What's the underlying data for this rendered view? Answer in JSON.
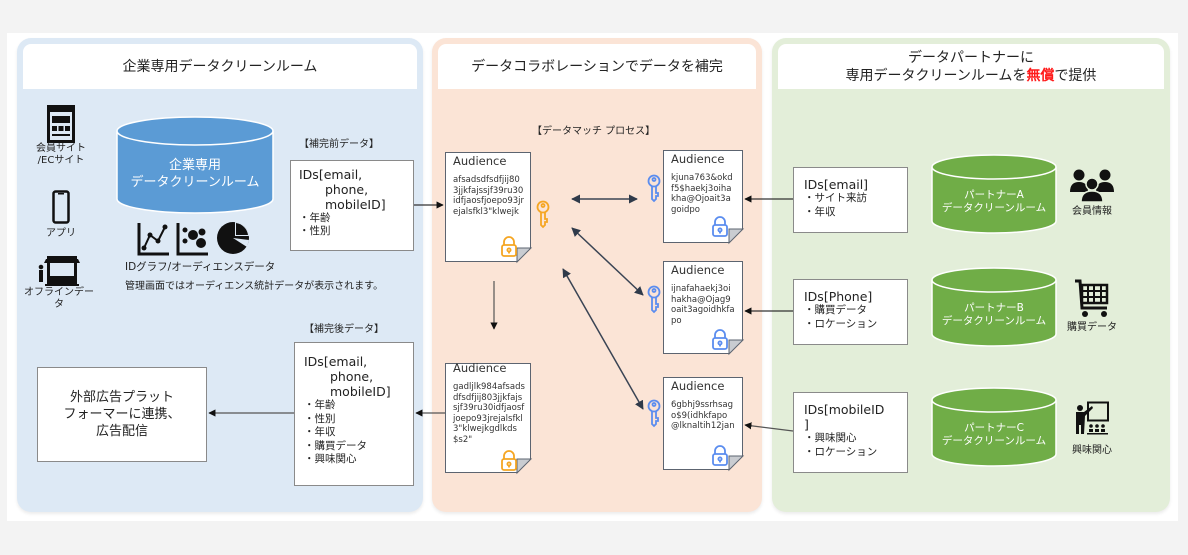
{
  "panels": {
    "left": {
      "title": "企業専用データクリーンルーム",
      "sources": [
        {
          "icon": "website-icon",
          "label": "会員サイト\n/ECサイト"
        },
        {
          "icon": "smartphone-icon",
          "label": "アプリ"
        },
        {
          "icon": "store-icon",
          "label": "オフラインデー\nタ"
        }
      ],
      "cylinder_label_line1": "企業専用",
      "cylinder_label_line2": "データクリーンルーム",
      "chart_icons": [
        "line-chart-icon",
        "scatter-chart-icon",
        "pie-chart-icon"
      ],
      "chart_caption": "IDグラフ/オーディエンスデータ",
      "note": "管理画面ではオーディエンス統計データが表示されます。",
      "before": {
        "heading": "【補完前データ】",
        "ids_line1": "IDs[email,",
        "ids_line2": "phone,",
        "ids_line3": "mobileID]",
        "attrs": [
          {
            "text": "・年齢",
            "color": "#4a74c4"
          },
          {
            "text": "・性別",
            "color": "#4a74c4"
          }
        ]
      },
      "after": {
        "heading": "【補完後データ】",
        "ids_line1": "IDs[email,",
        "ids_line2": "phone,",
        "ids_line3": "mobileID]",
        "attrs": [
          {
            "text": "・年齢",
            "color": "#4a74c4"
          },
          {
            "text": "・性別",
            "color": "#4a74c4"
          },
          {
            "text": "・年収",
            "color": "#ff1a1a"
          },
          {
            "text": "・購買データ",
            "color": "#ff1a1a"
          },
          {
            "text": "・興味関心",
            "color": "#ff1a1a"
          }
        ]
      },
      "external": {
        "line1": "外部広告プラット",
        "line2": "フォーマーに連携、",
        "line3": "広告配信"
      }
    },
    "center": {
      "title": "データコラボレーションでデータを補完",
      "process_label": "【データマッチ プロセス】",
      "docs": [
        {
          "title": "Audience",
          "body": "afsadsdfsdfjij803jjkfajssjf39ru30idfjaosfjoepo93jrejalsfkl3\"klwejk",
          "lock_color": "#f5a623"
        },
        {
          "title": "Audience",
          "body": "gadljlk984afsadsdfsdfjij803jjkfajssjf39ru30idfjaosfjoepo93jrejalsfkl3\"klwejkgdlkds$s2\"",
          "lock_color": "#f5a623"
        },
        {
          "title": "Audience",
          "body": "kjuna763&okdf5$haekj3oihakha@Ojoait3agoidpo",
          "lock_color": "#5b8def"
        },
        {
          "title": "Audience",
          "body": "ijnafahaekj3oihakha@Ojag9oait3agoidhkfapo",
          "lock_color": "#5b8def"
        },
        {
          "title": "Audience",
          "body": "6gbhj9ssrhsago$9(idhkfapo@lknaltih12jan",
          "lock_color": "#5b8def"
        }
      ],
      "key_colors": {
        "company": "#f5a623",
        "partner": "#5b8def"
      }
    },
    "right": {
      "title_line1": "データパートナーに",
      "title_line2_pre": "専用データクリーンルームを",
      "title_line2_em": "無償",
      "title_line2_post": "で提供",
      "emphasis_color": "#ff1a1a",
      "partners": [
        {
          "ids": "IDs[email]",
          "attrs": [
            {
              "text": "・サイト来訪",
              "color": "#222222"
            },
            {
              "text": "・年収",
              "color": "#ff1a1a"
            }
          ],
          "cyl_line1": "パートナーA",
          "cyl_line2": "データクリーンルーム",
          "icon": "people-group-icon",
          "icon_label": "会員情報"
        },
        {
          "ids": "IDs[Phone]",
          "attrs": [
            {
              "text": "・購買データ",
              "color": "#ff1a1a"
            },
            {
              "text": "・ロケーション",
              "color": "#222222"
            }
          ],
          "cyl_line1": "パートナーB",
          "cyl_line2": "データクリーンルーム",
          "icon": "shopping-cart-icon",
          "icon_label": "購買データ"
        },
        {
          "ids": "IDs[mobileID\n]",
          "attrs": [
            {
              "text": "・興味関心",
              "color": "#ff1a1a"
            },
            {
              "text": "・ロケーション",
              "color": "#222222"
            }
          ],
          "cyl_line1": "パートナーC",
          "cyl_line2": "データクリーンルーム",
          "icon": "presentation-icon",
          "icon_label": "興味関心"
        }
      ]
    }
  },
  "colors": {
    "company_cylinder": "#5b9bd5",
    "partner_cylinder": "#70ad47",
    "panel_blue": "#dde9f5",
    "panel_orange": "#fbe4d6",
    "panel_green": "#e3eed9"
  }
}
